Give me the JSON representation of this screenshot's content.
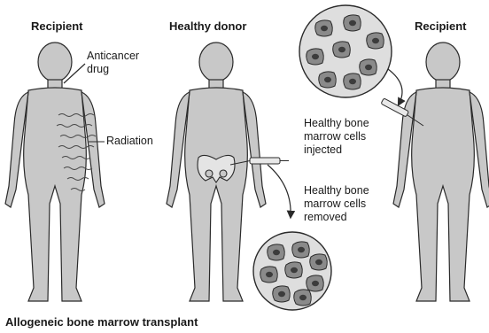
{
  "headings": {
    "recipient_left": "Recipient",
    "healthy_donor": "Healthy donor",
    "recipient_right": "Recipient"
  },
  "annotations": {
    "anticancer_drug_line1": "Anticancer",
    "anticancer_drug_line2": "drug",
    "radiation": "Radiation",
    "injected_line1": "Healthy bone",
    "injected_line2": "marrow cells",
    "injected_line3": "injected",
    "removed_line1": "Healthy bone",
    "removed_line2": "marrow cells",
    "removed_line3": "removed"
  },
  "caption": "Allogeneic bone marrow transplant",
  "colors": {
    "body_fill": "#c8c8c8",
    "outline": "#2a2a2a",
    "cell_fill": "#8a8a8a",
    "cell_nucleus": "#3c3c3c",
    "dish_fill": "#d9d9d9"
  }
}
